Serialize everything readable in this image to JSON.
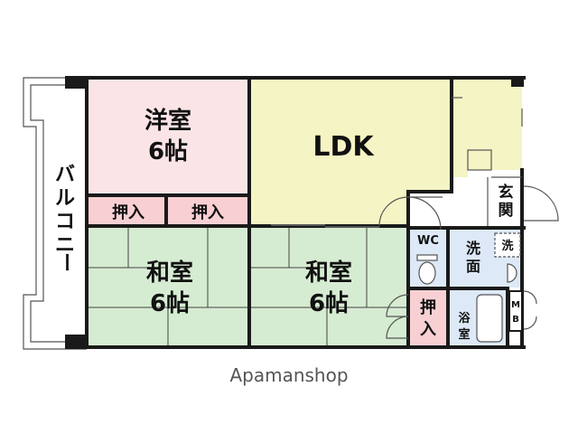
{
  "rooms": {
    "western": {
      "name": "洋室",
      "size": "6帖",
      "color": "#fbe4e6"
    },
    "ldk": {
      "name": "LDK",
      "color": "#f5f4c4"
    },
    "japanese_left": {
      "name": "和室",
      "size": "6帖",
      "color": "#d6ecd2"
    },
    "japanese_right": {
      "name": "和室",
      "size": "6帖",
      "color": "#d6ecd2"
    },
    "closet_left": {
      "name": "押入",
      "color": "#f8d0d4"
    },
    "closet_mid": {
      "name": "押入",
      "color": "#f8d0d4"
    },
    "closet_small": {
      "name": "押入",
      "color": "#f8d0d4"
    },
    "balcony": {
      "name": "バルコニー"
    },
    "entrance": {
      "name": "玄関"
    },
    "toilet": {
      "name": "WC",
      "color": "#dde9f7"
    },
    "washroom": {
      "name": "洗面",
      "color": "#dde9f7"
    },
    "washer": {
      "name": "洗"
    },
    "bath": {
      "name": "浴室",
      "color": "#dde9f7"
    },
    "meter_box": {
      "name": "MB"
    }
  },
  "watermark": "Apamanshop",
  "colors": {
    "wall": "#1a1a1a",
    "thin_line": "#666666"
  }
}
